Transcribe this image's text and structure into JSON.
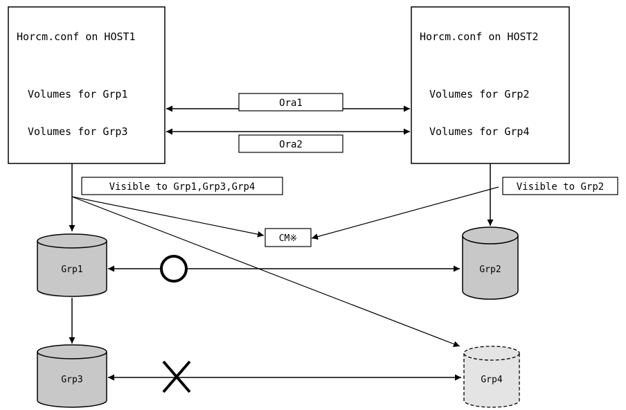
{
  "host1": {
    "title": "Horcm.conf on HOST1",
    "line1": "Volumes for Grp1",
    "line2": "Volumes for Grp3"
  },
  "host2": {
    "title": "Horcm.conf on HOST2",
    "line1": "Volumes for Grp2",
    "line2": "Volumes for Grp4"
  },
  "pairs": {
    "ora1": "Ora1",
    "ora2": "Ora2"
  },
  "visibility": {
    "host1": "Visible to Grp1,Grp3,Grp4",
    "host2": "Visible to Grp2"
  },
  "command_device": "CM※",
  "groups": {
    "grp1": "Grp1",
    "grp2": "Grp2",
    "grp3": "Grp3",
    "grp4": "Grp4"
  },
  "colors": {
    "line": "#000000",
    "cylinder_fill": "#c8c8c8",
    "cylinder_fill_light": "#e4e4e4",
    "box_fill": "#ffffff"
  }
}
